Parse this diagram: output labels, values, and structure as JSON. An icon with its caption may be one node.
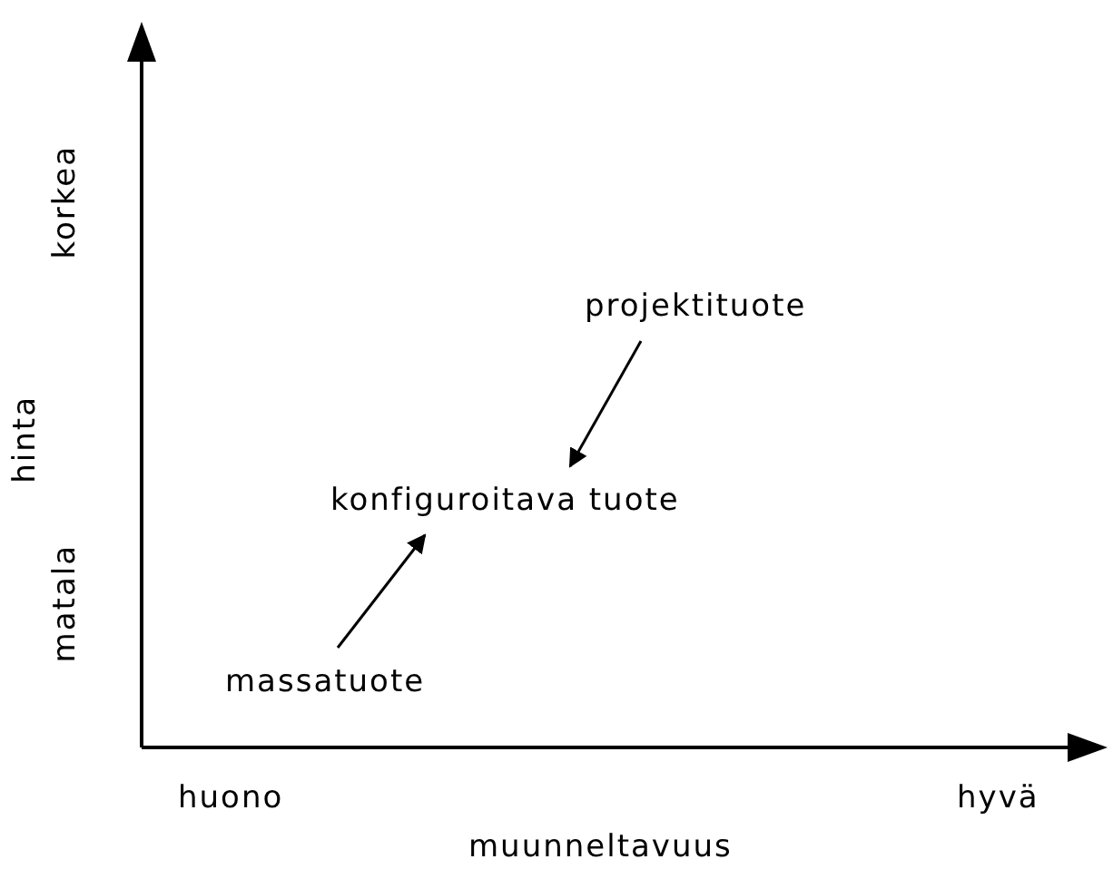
{
  "diagram": {
    "nodes": [
      {
        "text": [
          "projektituote"
        ]
      },
      {
        "text": [
          "konfiguroitava tuote"
        ]
      },
      {
        "text": [
          "massatuote"
        ]
      }
    ],
    "edges": [
      {
        "from": 0,
        "to": 1,
        "arrow": "to"
      },
      {
        "from": 2,
        "to": 1,
        "arrow": "to"
      }
    ],
    "labels": [
      "korkea",
      "hinta",
      "matala",
      "huono",
      "hyvä",
      "muunneltavuus"
    ]
  }
}
